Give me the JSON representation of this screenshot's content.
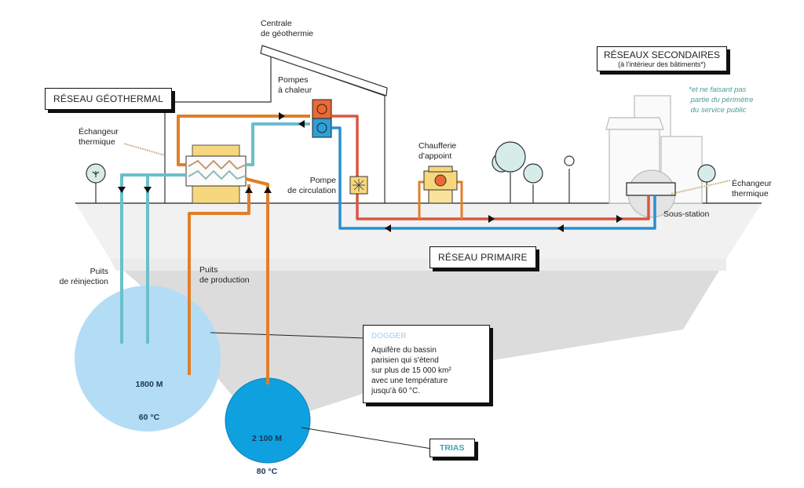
{
  "title_boxes": {
    "reseau_geothermal": "RÉSEAU GÉOTHERMAL",
    "reseaux_secondaires": "RÉSEAUX SECONDAIRES",
    "reseaux_secondaires_sub": "(à l'intérieur des bâtiments*)",
    "reseau_primaire": "RÉSEAU PRIMAIRE"
  },
  "labels": {
    "centrale": "Centrale\nde géothermie",
    "pompes_chaleur": "Pompes\nà chaleur",
    "echangeur_left": "Échangeur\nthermique",
    "pompe_circulation": "Pompe\nde circulation",
    "chaufferie": "Chaufferie\nd'appoint",
    "echangeur_right": "Échangeur\nthermique",
    "sous_station": "Sous-station",
    "puits_reinjection": "Puits\nde réinjection",
    "puits_production": "Puits\nde production"
  },
  "footnote": "*et ne faisant pas\n partie du périmètre\n du service public",
  "aquifers": {
    "dogger": {
      "name": "DOGGER",
      "depth": "1800 M",
      "temperature": "60 °C",
      "description": "Aquifère du bassin\nparisien qui s'étend\nsur plus de 15 000 km²\navec une température\njusqu'à 60 °C."
    },
    "trias": {
      "name": "TRIAS",
      "depth": "2 100 M",
      "temperature": "80 °C"
    }
  },
  "colors": {
    "hot_orange": "#e07f2a",
    "cold_teal": "#6bbfcb",
    "primary_red": "#d9573f",
    "primary_blue": "#2a8fd0",
    "dogger_blue": "#b3ddf5",
    "trias_blue": "#0fa0e0",
    "ground_gray": "#f1f1f1",
    "rock_gray": "#dcdcdc",
    "yellow": "#f7d77e",
    "tree_fill": "#d6ece9"
  }
}
